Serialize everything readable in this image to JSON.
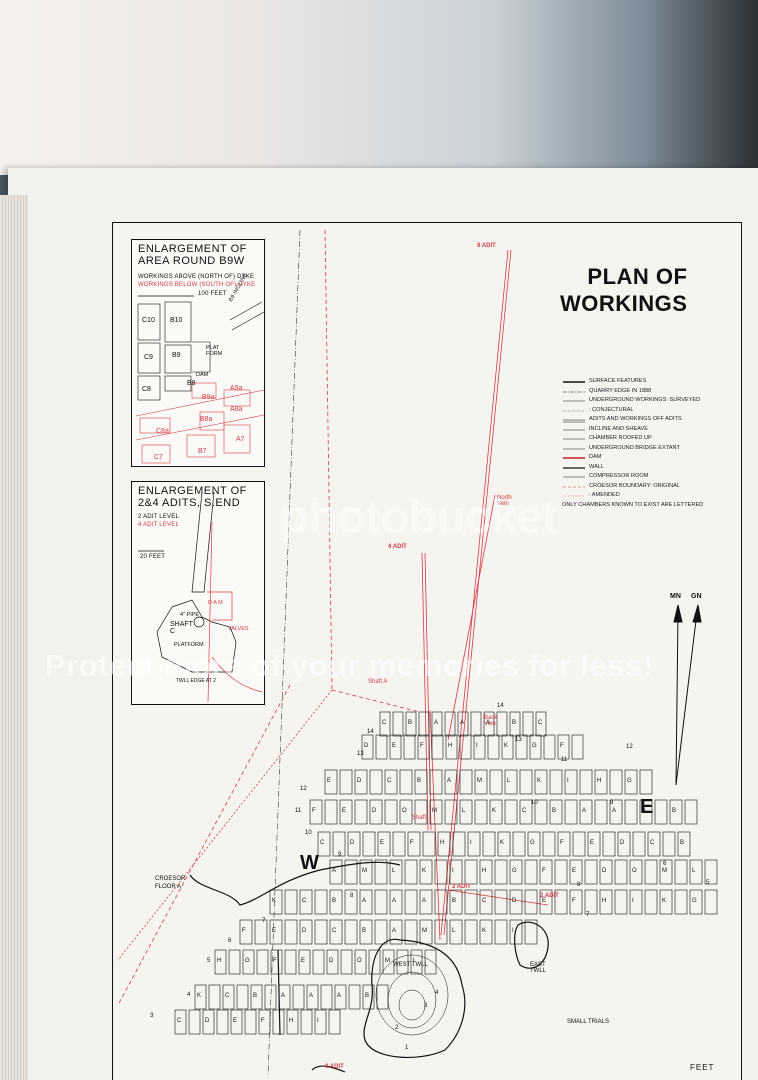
{
  "title": [
    "PLAN OF",
    "WORKINGS"
  ],
  "inset1": {
    "title": [
      "ENLARGEMENT OF",
      "AREA ROUND B9W"
    ],
    "note_above": "WORKINGS ABOVE (NORTH OF) DYKE",
    "note_below": "WORKINGS BELOW (SOUTH OF) DYKE",
    "scale": "100 FEET",
    "incline": "B9 INCLINE",
    "labels": [
      "C10",
      "B10",
      "C9",
      "B9",
      "PLAT FORM",
      "DAM",
      "C8",
      "B8"
    ],
    "red_labels": [
      "B9a",
      "A9a",
      "A8a",
      "B8a",
      "C8a",
      "A7",
      "B7",
      "C7"
    ]
  },
  "inset2": {
    "title": [
      "ENLARGEMENT OF",
      "2&4 ADITS, S.END"
    ],
    "note1": "2 ADIT LEVEL",
    "note2": "4 ADIT LEVEL",
    "scale": "20 FEET",
    "pipe": "4\" PIPE",
    "shaft": "SHAFT C",
    "platform": "PLATFORM",
    "dam": "D A M",
    "valves": "VALVES",
    "edge": "TWLL EDGE AT 2"
  },
  "legend": [
    {
      "label": "SURFACE FEATURES",
      "sym": "thick"
    },
    {
      "label": "QUARRY EDGE IN 1888",
      "sym": "dotdash"
    },
    {
      "label": "UNDERGROUND WORKINGS: SURVEYED",
      "sym": "thin"
    },
    {
      "label": ": CONJECTURAL",
      "sym": "dots"
    },
    {
      "label": "ADITS AND WORKINGS OFF ADITS",
      "sym": "double"
    },
    {
      "label": "INCLINE AND SHEAVE",
      "sym": "incline"
    },
    {
      "label": "CHAMBER ROOFED UP",
      "sym": "bracket"
    },
    {
      "label": "UNDERGROUND BRIDGE EXTANT",
      "sym": "bridge"
    },
    {
      "label": "DAM",
      "sym": "dam"
    },
    {
      "label": "WALL",
      "sym": "wall"
    },
    {
      "label": "COMPRESSOR ROOM",
      "sym": "x"
    },
    {
      "label": "CROESOR BOUNDARY: ORIGINAL",
      "sym": "reddash"
    },
    {
      "label": ": AMENDED",
      "sym": "reddots"
    },
    {
      "label": "ONLY CHAMBERS KNOWN TO EXIST ARE LETTERED",
      "sym": "none"
    }
  ],
  "north": {
    "mn": "MN",
    "gn": "GN"
  },
  "map": {
    "adits": [
      "9 ADIT",
      "4 ADIT",
      "2 ADIT",
      "2 ADIT",
      "0 ADIT"
    ],
    "veins": [
      "North Vein",
      "Back Vein"
    ],
    "shafts": [
      "Shaft A",
      "Shaft"
    ],
    "west": "W",
    "east": "E",
    "west_twll": "WEST TWLL",
    "east_twll": "EAST TWLL",
    "croesor": "CROESOR FLOOR A",
    "small_trials": "SMALL TRIALS",
    "feet": "FEET",
    "row_numbers": [
      "14",
      "13",
      "12",
      "11",
      "10",
      "9",
      "8",
      "7",
      "6",
      "5",
      "4",
      "3",
      "12",
      "11",
      "10",
      "9",
      "8",
      "7",
      "6",
      "5",
      "4",
      "3",
      "2",
      "1",
      "14",
      "13"
    ],
    "chamber_letters": [
      "C",
      "B",
      "A",
      "A",
      "A",
      "B",
      "C",
      "D",
      "E",
      "F",
      "H",
      "I",
      "K",
      "G",
      "F",
      "E",
      "D",
      "C",
      "B",
      "A",
      "M",
      "L",
      "K",
      "I",
      "H",
      "G",
      "F",
      "E",
      "D",
      "O",
      "M",
      "L",
      "K"
    ]
  },
  "watermark": "Protect more of your memories for less!",
  "watermark_logo": "photobucket"
}
